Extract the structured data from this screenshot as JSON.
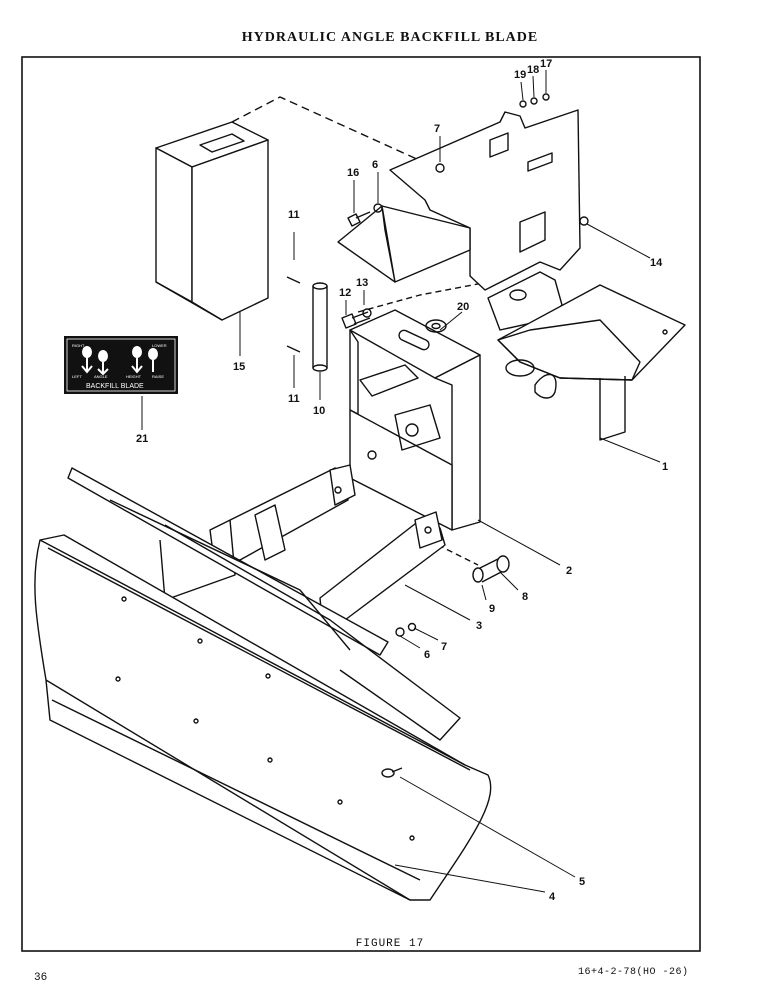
{
  "page": {
    "title": "HYDRAULIC ANGLE BACKFILL BLADE",
    "caption": "FIGURE 17",
    "page_number": "36",
    "doc_ref": "16+4-2-78(HO  -26)"
  },
  "decal": {
    "line1_left": "RIGHT",
    "line1_right": "LOWER",
    "mid_left": "LEFT",
    "mid_center": "ANGLE",
    "mid_center2": "HEIGHT",
    "mid_right": "RAISE",
    "bottom": "BACKFILL BLADE"
  },
  "callouts": [
    {
      "id": "c1",
      "text": "1"
    },
    {
      "id": "c2",
      "text": "2"
    },
    {
      "id": "c3",
      "text": "3"
    },
    {
      "id": "c4",
      "text": "4"
    },
    {
      "id": "c5",
      "text": "5"
    },
    {
      "id": "c6a",
      "text": "6"
    },
    {
      "id": "c6b",
      "text": "6"
    },
    {
      "id": "c7a",
      "text": "7"
    },
    {
      "id": "c7b",
      "text": "7"
    },
    {
      "id": "c8",
      "text": "8"
    },
    {
      "id": "c9",
      "text": "9"
    },
    {
      "id": "c10",
      "text": "10"
    },
    {
      "id": "c11a",
      "text": "11"
    },
    {
      "id": "c11b",
      "text": "11"
    },
    {
      "id": "c12",
      "text": "12"
    },
    {
      "id": "c13",
      "text": "13"
    },
    {
      "id": "c14",
      "text": "14"
    },
    {
      "id": "c15",
      "text": "15"
    },
    {
      "id": "c16",
      "text": "16"
    },
    {
      "id": "c17",
      "text": "17"
    },
    {
      "id": "c18",
      "text": "18"
    },
    {
      "id": "c19",
      "text": "19"
    },
    {
      "id": "c20",
      "text": "20"
    },
    {
      "id": "c21",
      "text": "21"
    }
  ]
}
